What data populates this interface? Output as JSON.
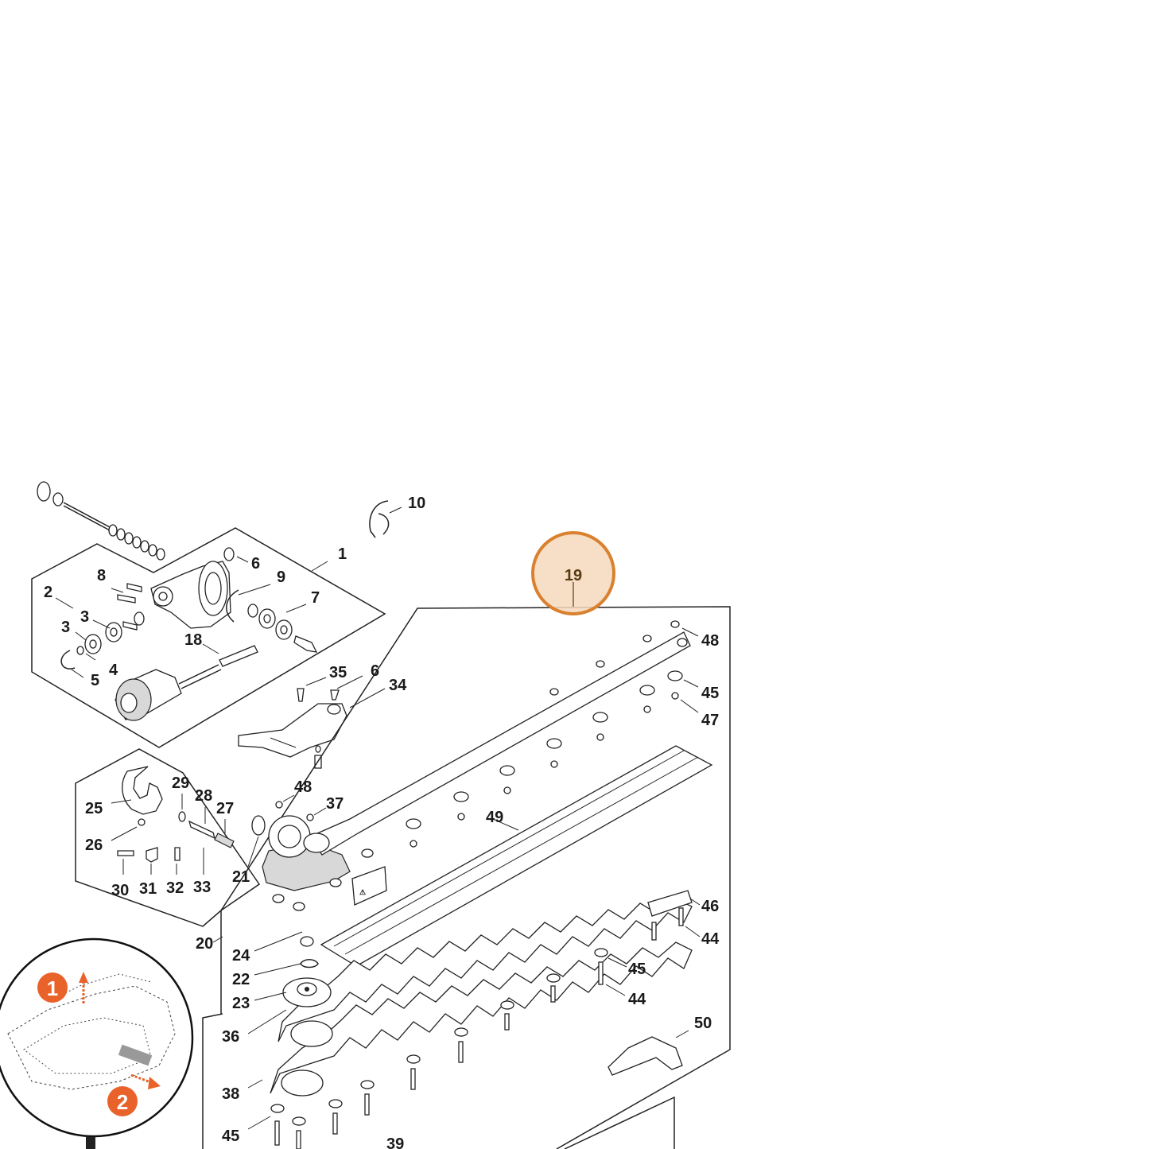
{
  "highlight": {
    "label": "19",
    "color": "#D9812F"
  },
  "labels": {
    "l1": "1",
    "l2": "2",
    "l3a": "3",
    "l3b": "3",
    "l4": "4",
    "l5": "5",
    "l6a": "6",
    "l6b": "6",
    "l7": "7",
    "l8": "8",
    "l9": "9",
    "l10": "10",
    "l18": "18",
    "l20": "20",
    "l21": "21",
    "l22": "22",
    "l23": "23",
    "l24": "24",
    "l25": "25",
    "l26": "26",
    "l27": "27",
    "l28": "28",
    "l29": "29",
    "l30": "30",
    "l31": "31",
    "l32": "32",
    "l33": "33",
    "l34": "34",
    "l35": "35",
    "l36": "36",
    "l37": "37",
    "l38": "38",
    "l39": "39",
    "l44a": "44",
    "l44b": "44",
    "l45a": "45",
    "l45b": "45",
    "l45c": "45",
    "l46": "46",
    "l47": "47",
    "l48a": "48",
    "l48b": "48",
    "l49": "49",
    "l50": "50"
  },
  "inset": {
    "step1": "1",
    "step2": "2",
    "accent": "#E8622A"
  }
}
